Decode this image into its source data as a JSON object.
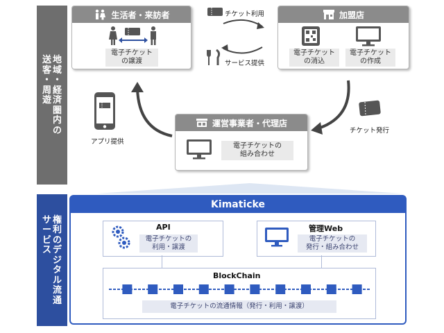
{
  "left_band": {
    "line1_cols": [
      "地域・経済圏内の",
      "送客・周遊"
    ],
    "line2_cols": [
      "権利のデジタル流通",
      "サービス"
    ]
  },
  "consumer": {
    "title": "生活者・来訪者",
    "text": [
      "電子チケット",
      "の譲渡"
    ]
  },
  "store": {
    "title": "加盟店",
    "item1": [
      "電子チケット",
      "の消込"
    ],
    "item2": [
      "電子チケット",
      "の作成"
    ]
  },
  "operator": {
    "title": "運営事業者・代理店",
    "text": [
      "電子チケットの",
      "組み合わせ"
    ]
  },
  "flows": {
    "ticket_use": "チケット利用",
    "service": "サービス提供",
    "ticket_issue": "チケット発行",
    "app": "アプリ提供"
  },
  "platform": {
    "title": "Kimaticke",
    "api": {
      "title": "API",
      "text": [
        "電子チケットの",
        "利用・譲渡"
      ]
    },
    "admin": {
      "title": "管理Web",
      "text": [
        "電子チケットの",
        "発行・組み合わせ"
      ]
    },
    "blockchain": {
      "title": "BlockChain",
      "text": "電子チケットの流通情報（発行・利用・譲渡）",
      "block_count": 10
    }
  },
  "colors": {
    "upper_band": "#6e6e6e",
    "lower_band": "#2d4f9f",
    "header_gray": "#8b8b8b",
    "platform_blue": "#2f5bbf"
  }
}
